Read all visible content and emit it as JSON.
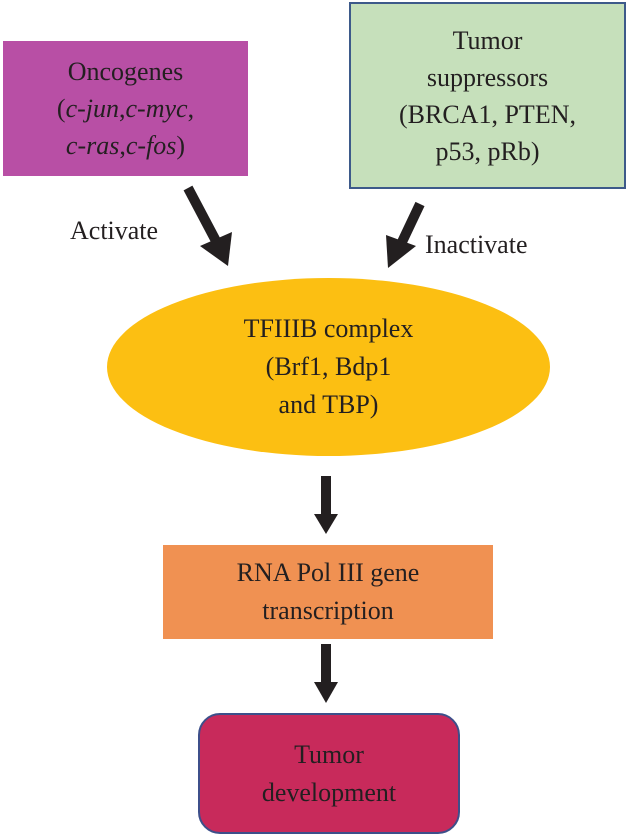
{
  "nodes": {
    "oncogenes": {
      "title": "Oncogenes",
      "genes_line1_a": "c-jun",
      "genes_line1_b": "c-myc",
      "genes_line2_a": "c-ras",
      "genes_line2_b": "c-fos",
      "color": "#b84fa5"
    },
    "suppressors": {
      "line1": "Tumor",
      "line2": "suppressors",
      "line3": "(BRCA1, PTEN,",
      "line4": "p53, pRb)",
      "color": "#c6e0bb"
    },
    "tfiiib": {
      "line1": "TFIIIB complex",
      "line2": "(Brf1, Bdp1",
      "line3": "and TBP)",
      "color": "#fcbf12"
    },
    "pol3": {
      "line1": "RNA Pol III gene",
      "line2": "transcription",
      "color": "#f09152"
    },
    "tumor": {
      "line1": "Tumor",
      "line2": "development",
      "color": "#c82a5b"
    }
  },
  "edges": {
    "activate_label": "Activate",
    "inactivate_label": "Inactivate"
  }
}
